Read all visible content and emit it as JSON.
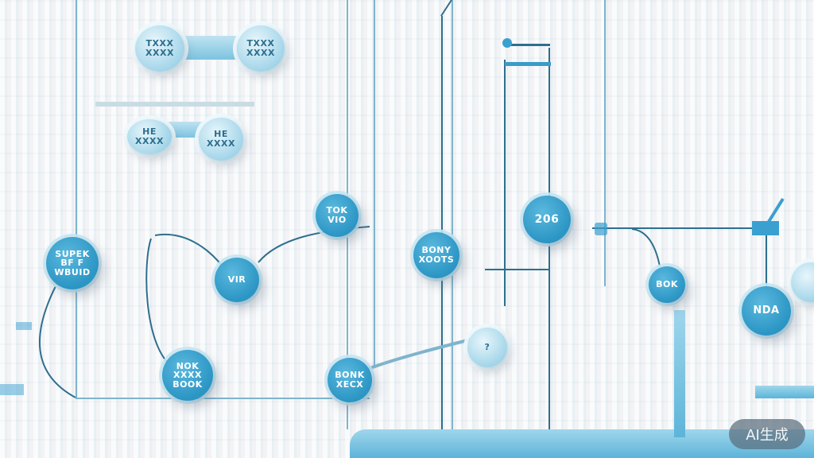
{
  "diagram": {
    "style": "abstract-flowchart",
    "colors": {
      "background": "#eef3f6",
      "node_fill": "#2b95c4",
      "node_light": "#9fd3e8",
      "line": "#7fb4cc",
      "dark_line": "#2e6f8e",
      "tube": "#5db4d9"
    },
    "top_pairs": [
      {
        "left": {
          "line1": "TXXX",
          "line2": "XXXX"
        },
        "right": {
          "line1": "TXXX",
          "line2": "XXXX"
        }
      },
      {
        "left": {
          "line1": "HE",
          "line2": "XXXX"
        },
        "right": {
          "line1": "HE",
          "line2": "XXXX"
        }
      }
    ],
    "nodes": [
      {
        "id": "n1",
        "lines": [
          "SUPEK",
          "BF  F",
          "WBUID"
        ]
      },
      {
        "id": "n2",
        "lines": [
          "VIR"
        ]
      },
      {
        "id": "n3",
        "lines": [
          "TOK",
          "VIO"
        ]
      },
      {
        "id": "n4",
        "lines": [
          "BONY",
          "XOOTS"
        ]
      },
      {
        "id": "n5",
        "lines": [
          "206"
        ]
      },
      {
        "id": "n6",
        "lines": [
          "BOK"
        ]
      },
      {
        "id": "n7",
        "lines": [
          "NOK",
          "XXXX",
          "BOOK"
        ]
      },
      {
        "id": "n8",
        "lines": [
          "BONK",
          "XECX"
        ]
      },
      {
        "id": "n9",
        "lines": [
          "?"
        ]
      },
      {
        "id": "n10",
        "lines": [
          "NDA"
        ]
      }
    ]
  },
  "watermark": {
    "label": "AI生成"
  }
}
